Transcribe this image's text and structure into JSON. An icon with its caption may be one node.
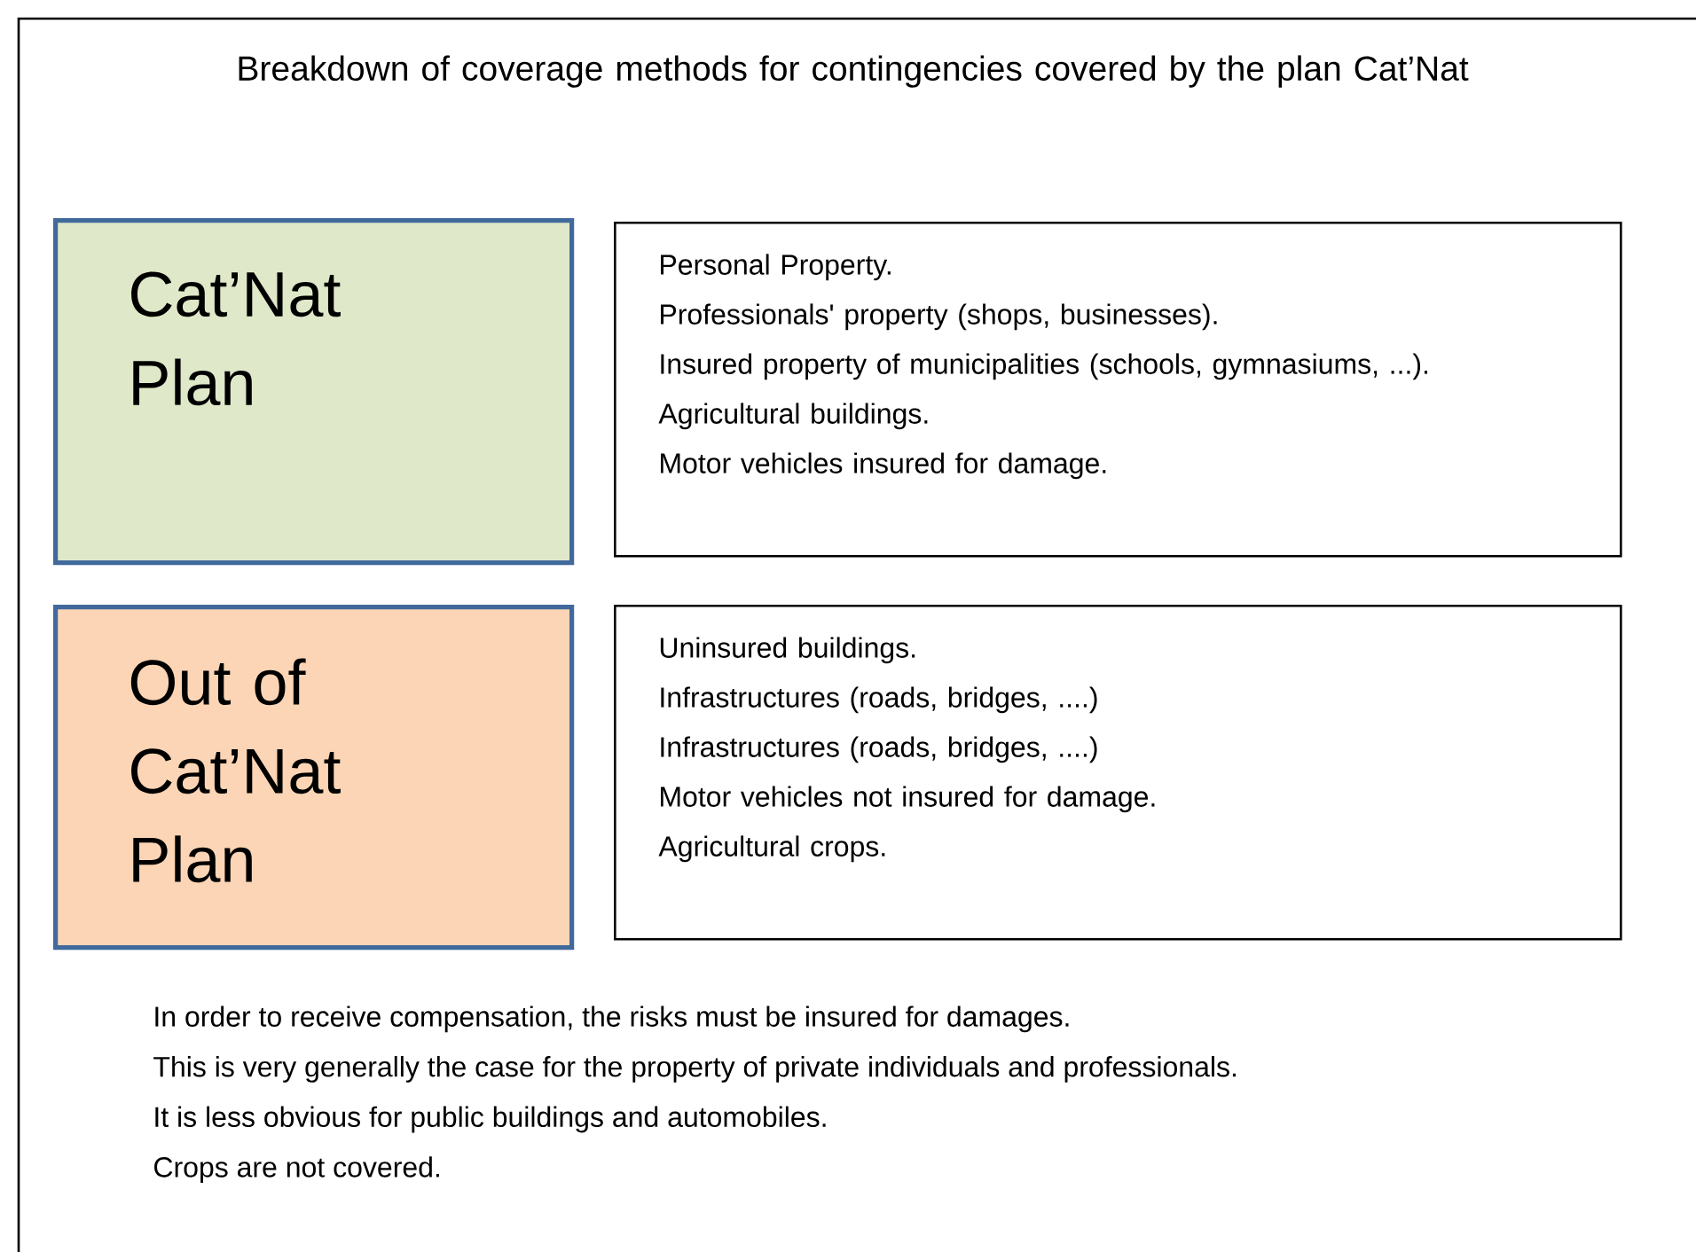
{
  "diagram": {
    "title": "Breakdown of coverage methods for contingencies covered by the plan Cat’Nat",
    "nodes": [
      {
        "text": [
          "Cat’Nat Plan"
        ]
      },
      {
        "text": [
          "Personal Property.",
          "Professionals' property (shops, businesses).",
          "Insured property of municipalities (schools, gymnasiums, ...).",
          "Agricultural buildings.",
          "Motor vehicles insured for damage."
        ]
      },
      {
        "text": [
          "Out of Cat’Nat Plan"
        ]
      },
      {
        "text": [
          "Uninsured buildings.",
          "Infrastructures (roads, bridges, ....)",
          "Infrastructures (roads, bridges, ....)",
          "Motor vehicles not insured for damage.",
          "Agricultural crops."
        ]
      }
    ],
    "labels": [
      "In order to receive compensation, the risks must be insured for damages.",
      "This is very generally the case for the property of private individuals and professionals.",
      "It is less obvious for public buildings and automobiles.",
      "Crops are not covered."
    ]
  }
}
